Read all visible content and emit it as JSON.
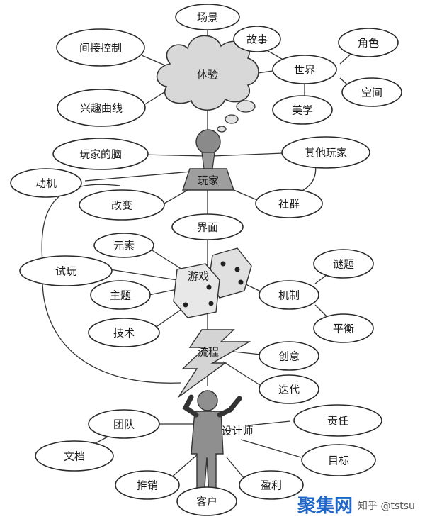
{
  "nodes": {
    "scene": "场景",
    "story": "故事",
    "role": "角色",
    "interval_control": "间接控制",
    "experience": "体验",
    "world": "世界",
    "space": "空间",
    "interest_curve": "兴趣曲线",
    "aesthetics": "美学",
    "player_brain": "玩家的脑",
    "other_players": "其他玩家",
    "motivation": "动机",
    "player": "玩家",
    "change": "改变",
    "community": "社群",
    "interface": "界面",
    "elements": "元素",
    "puzzle": "谜题",
    "playtest": "试玩",
    "game": "游戏",
    "mechanics": "机制",
    "theme": "主题",
    "balance": "平衡",
    "technology": "技术",
    "process": "流程",
    "creativity": "创意",
    "iteration": "迭代",
    "team": "团队",
    "designer": "设计师",
    "responsibility": "责任",
    "documents": "文档",
    "goals": "目标",
    "marketing": "推销",
    "profit": "盈利",
    "client": "客户"
  },
  "watermark": {
    "brand": "聚集网",
    "author": "知乎 @tstsu"
  }
}
